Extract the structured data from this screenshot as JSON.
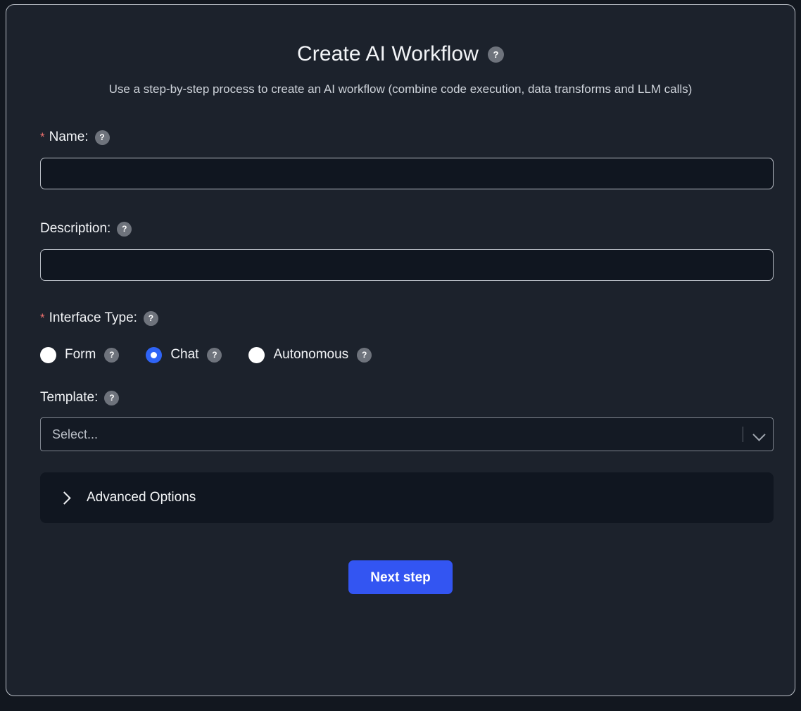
{
  "header": {
    "title": "Create AI Workflow",
    "title_help_icon": "question-mark-icon",
    "subtitle": "Use a step-by-step process to create an AI workflow (combine code execution, data transforms and LLM calls)"
  },
  "form": {
    "required_marker": "*",
    "help_icon": "question-mark-icon",
    "name": {
      "label": "Name:",
      "required": true,
      "value": "",
      "placeholder": ""
    },
    "description": {
      "label": "Description:",
      "required": false,
      "value": "",
      "placeholder": ""
    },
    "interface_type": {
      "label": "Interface Type:",
      "required": true,
      "selected": "Chat",
      "options": [
        {
          "label": "Form",
          "checked": false
        },
        {
          "label": "Chat",
          "checked": true
        },
        {
          "label": "Autonomous",
          "checked": false
        }
      ]
    },
    "template": {
      "label": "Template:",
      "required": false,
      "value": "Select...",
      "chevron_icon": "chevron-down-icon"
    },
    "advanced_options": {
      "label": "Advanced Options",
      "expanded": false,
      "chevron_icon": "chevron-right-icon"
    }
  },
  "footer": {
    "next_label": "Next step"
  },
  "colors": {
    "page_background": "#12171f",
    "card_background": "#1c222c",
    "card_border": "#b9bec6",
    "input_background": "#101620",
    "accent_blue": "#3355f2",
    "radio_selected": "#2f64f6",
    "required_red": "#f2726f",
    "help_bubble": "#6e737c",
    "text_primary": "#f2f4f7",
    "text_muted": "#ced3da"
  }
}
